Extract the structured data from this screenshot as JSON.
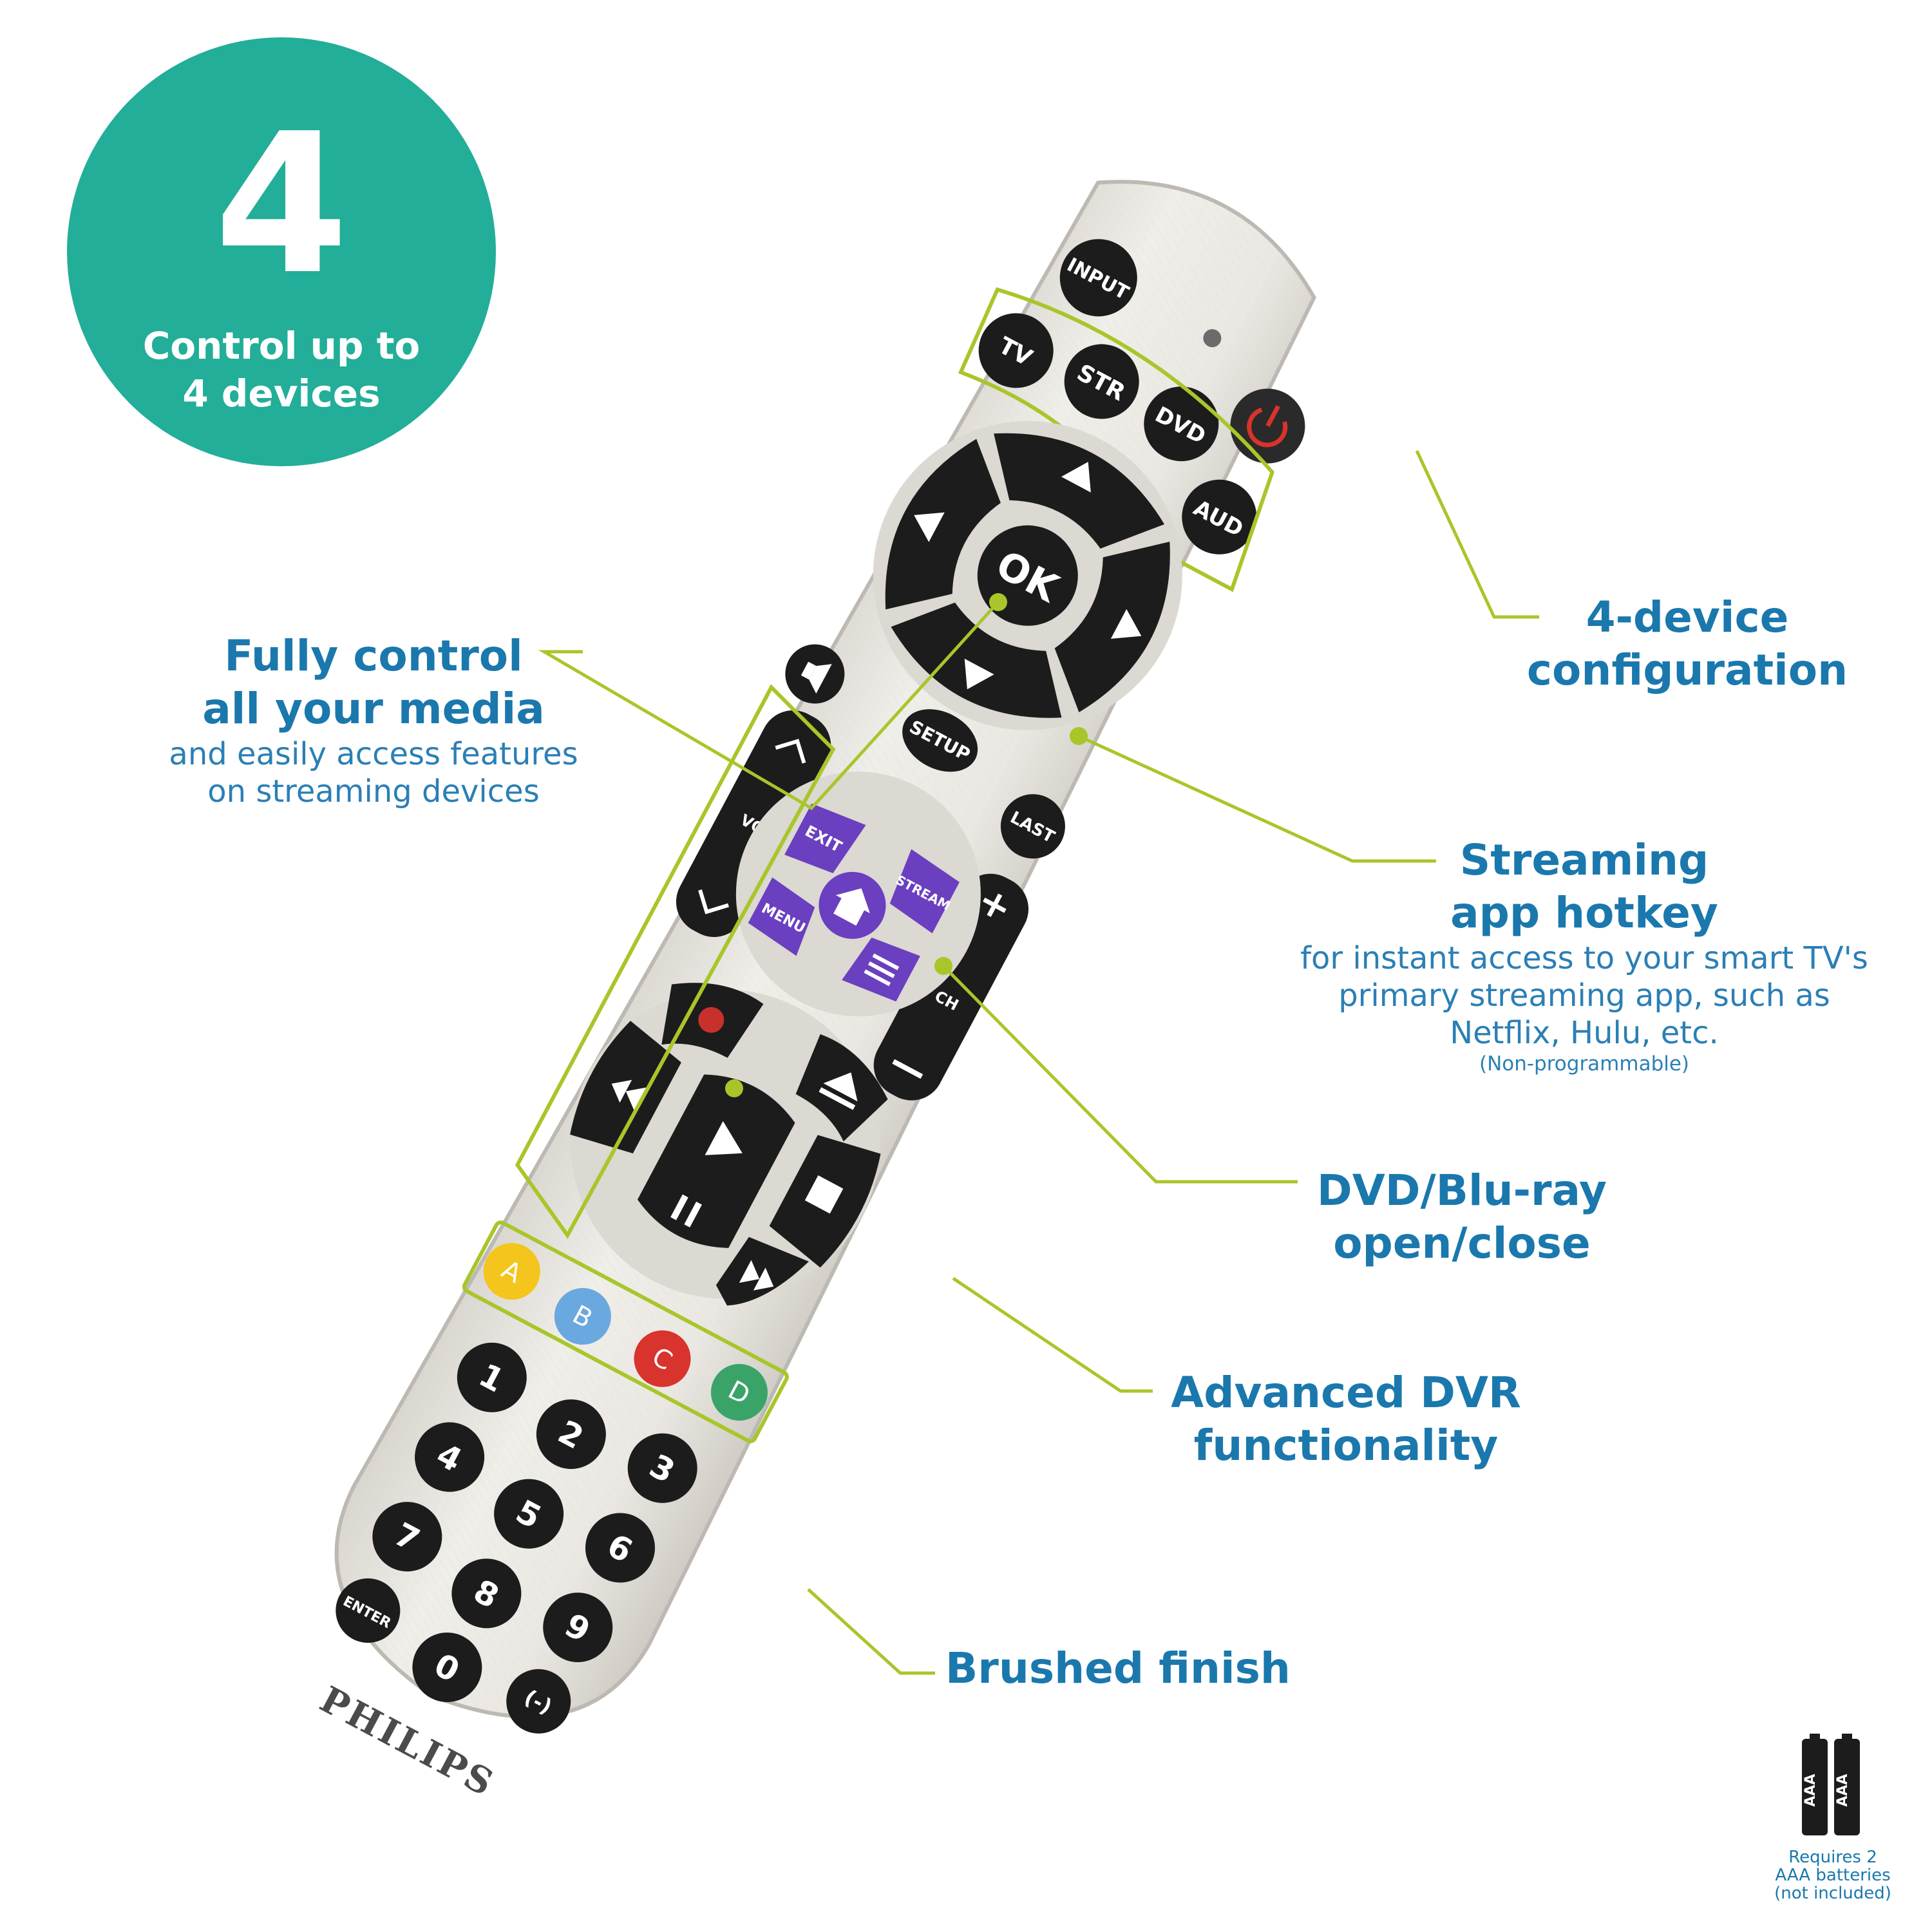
{
  "badge": {
    "number": "4",
    "caption_line1": "Control up to",
    "caption_line2": "4 devices",
    "color": "#22ae99"
  },
  "callouts": {
    "media": {
      "title_line1": "Fully control",
      "title_line2": "all your media",
      "sub_line1": "and easily access features",
      "sub_line2": "on streaming devices"
    },
    "device_config": {
      "title_line1": "4-device",
      "title_line2": "configuration"
    },
    "streaming": {
      "title_line1": "Streaming",
      "title_line2": "app hotkey",
      "sub_line1": "for instant access to your smart TV's",
      "sub_line2": "primary streaming app, such as",
      "sub_line3": "Netflix, Hulu, etc.",
      "note": "(Non-programmable)"
    },
    "dvd": {
      "title_line1": "DVD/Blu-ray",
      "title_line2": "open/close"
    },
    "dvr": {
      "title_line1": "Advanced DVR",
      "title_line2": "functionality"
    },
    "brushed": {
      "title": "Brushed finish"
    },
    "text_color": "#1a78ad",
    "leader_color": "#a8c62a"
  },
  "remote": {
    "brand": "PHILIPS",
    "buttons": {
      "input": "INPUT",
      "tv": "TV",
      "str": "STR",
      "dvd": "DVD",
      "aud": "AUD",
      "ok": "OK",
      "setup": "SETUP",
      "last": "LAST",
      "vol": "VOL",
      "ch": "CH",
      "exit": "EXIT",
      "stream": "STREAM",
      "menu": "MENU",
      "a": "A",
      "b": "B",
      "c": "C",
      "d": "D",
      "enter": "ENTER",
      "dash": "(-)",
      "digits": [
        "1",
        "2",
        "3",
        "4",
        "5",
        "6",
        "7",
        "8",
        "9",
        "0"
      ]
    },
    "colors": {
      "body": "#ebe8e3",
      "button": "#1c1c1c",
      "purple": "#6a3fc0",
      "power": "#d8332c",
      "yellow": "#f4c51c",
      "blue": "#6aa8e0",
      "red": "#d8332c",
      "green": "#3aa468"
    }
  },
  "battery": {
    "cell_label": "AAA",
    "note_line1": "Requires 2",
    "note_line2": "AAA batteries",
    "note_line3": "(not included)"
  }
}
